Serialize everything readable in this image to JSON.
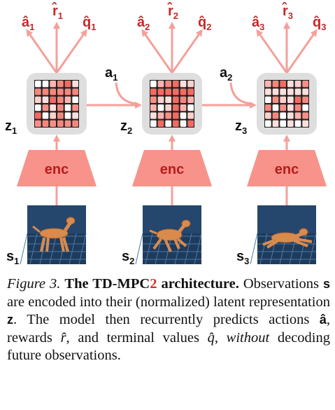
{
  "colors": {
    "accent_red": "#c62828",
    "arrow_pink": "#f4a09a",
    "encoder_fill": "#f7938a",
    "latent_frame": "#dedede"
  },
  "steps": [
    {
      "a_hat": "â",
      "a_hat_sub": "1",
      "r_hat": "r̂",
      "r_hat_sub": "1",
      "q_hat": "q̂",
      "q_hat_sub": "1",
      "z": "z",
      "z_sub": "1",
      "enc": "enc",
      "s": "s",
      "s_sub": "1",
      "action": null,
      "action_sub": null
    },
    {
      "a_hat": "â",
      "a_hat_sub": "2",
      "r_hat": "r̂",
      "r_hat_sub": "2",
      "q_hat": "q̂",
      "q_hat_sub": "2",
      "z": "z",
      "z_sub": "2",
      "enc": "enc",
      "s": "s",
      "s_sub": "2",
      "action": "a",
      "action_sub": "1"
    },
    {
      "a_hat": "â",
      "a_hat_sub": "3",
      "r_hat": "r̂",
      "r_hat_sub": "3",
      "q_hat": "q̂",
      "q_hat_sub": "3",
      "z": "z",
      "z_sub": "3",
      "enc": "enc",
      "s": "s",
      "s_sub": "3",
      "action": "a",
      "action_sub": "2"
    }
  ],
  "caption": {
    "figure_label": "Figure 3.",
    "title": "The TD-MPC",
    "title_num": "2",
    "title_end": "architecture.",
    "text_1": "Observations",
    "sym_s": "s",
    "text_2": "are encoded into their (normalized) latent representation",
    "sym_z": "z",
    "text_3": ". The model then recurrently predicts actions",
    "sym_a": "â",
    "text_4": ", rewards",
    "sym_r": "r̂",
    "text_5": ", and terminal values",
    "sym_q": "q̂",
    "text_6": ",",
    "text_italic": "without",
    "text_7": "decoding future observations."
  }
}
